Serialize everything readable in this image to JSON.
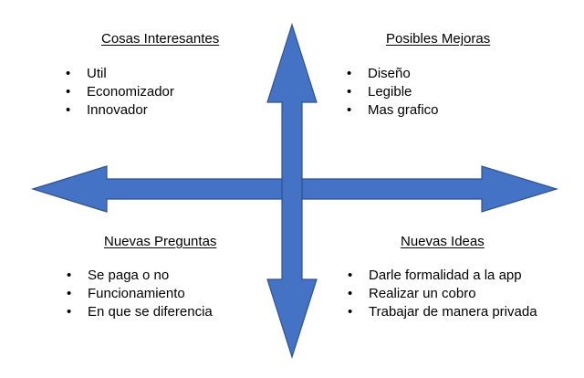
{
  "colors": {
    "arrow_fill": "#4472C4",
    "arrow_stroke": "#2F528F"
  },
  "quadrants": {
    "top_left": {
      "title": "Cosas Interesantes",
      "items": [
        "Util",
        "Economizador",
        "Innovador"
      ]
    },
    "top_right": {
      "title": "Posibles Mejoras",
      "items": [
        "Diseño",
        "Legible",
        "Mas grafico"
      ]
    },
    "bottom_left": {
      "title": "Nuevas Preguntas",
      "items": [
        "Se paga o no",
        "Funcionamiento",
        "En que se diferencia"
      ]
    },
    "bottom_right": {
      "title": "Nuevas Ideas",
      "items": [
        "Darle formalidad a la app",
        "Realizar un cobro",
        "Trabajar de manera privada"
      ]
    }
  }
}
